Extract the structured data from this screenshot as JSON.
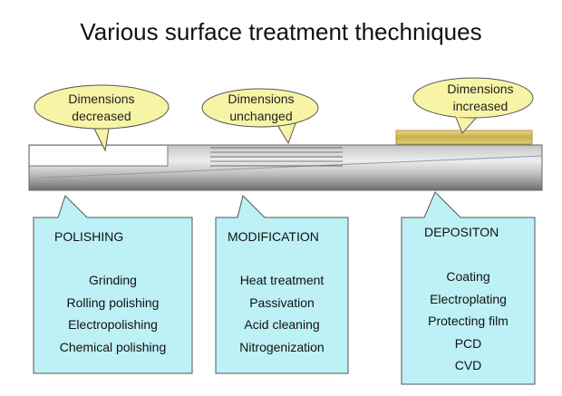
{
  "title": "Various surface treatment thechniques",
  "bubbles": [
    {
      "line1": "Dimensions",
      "line2": "decreased"
    },
    {
      "line1": "Dimensions",
      "line2": "unchanged"
    },
    {
      "line1": "Dimensions",
      "line2": "increased"
    }
  ],
  "boxes": [
    {
      "title": "POLISHING",
      "items": [
        "Grinding",
        "Rolling polishing",
        "Electropolishing",
        "Chemical polishing"
      ]
    },
    {
      "title": "MODIFICATION",
      "items": [
        "Heat treatment",
        "Passivation",
        "Acid cleaning",
        "Nitrogenization"
      ]
    },
    {
      "title": "DEPOSITON",
      "items": [
        "Coating",
        "Electroplating",
        "Protecting film",
        "PCD",
        "CVD"
      ]
    }
  ],
  "colors": {
    "bubble": "#f7f4a6",
    "box": "#bdf1f5",
    "coating": "#d9c260",
    "bar_dark": "#8c8c8c",
    "bar_light": "#e6e6e6"
  }
}
